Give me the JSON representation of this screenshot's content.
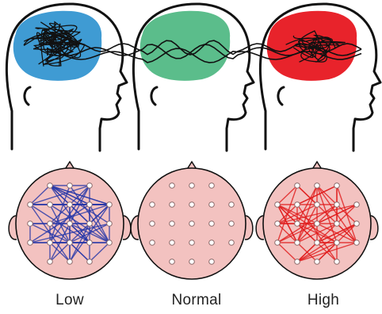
{
  "figure": {
    "colors": {
      "low": "#3f9bd3",
      "normal": "#5bbd8b",
      "high": "#e8232b",
      "scalp": "#f3c2c0",
      "low_links": "#2436a8",
      "high_links": "#e01a1a",
      "outline": "#111111"
    },
    "panels": [
      {
        "id": "low",
        "caption": "Low",
        "brain_color_key": "low",
        "link_density": 70
      },
      {
        "id": "normal",
        "caption": "Normal",
        "brain_color_key": "normal",
        "link_density": 0
      },
      {
        "id": "high",
        "caption": "High",
        "brain_color_key": "high",
        "link_density": 60
      }
    ],
    "electrodes_per_scalp": 21
  }
}
